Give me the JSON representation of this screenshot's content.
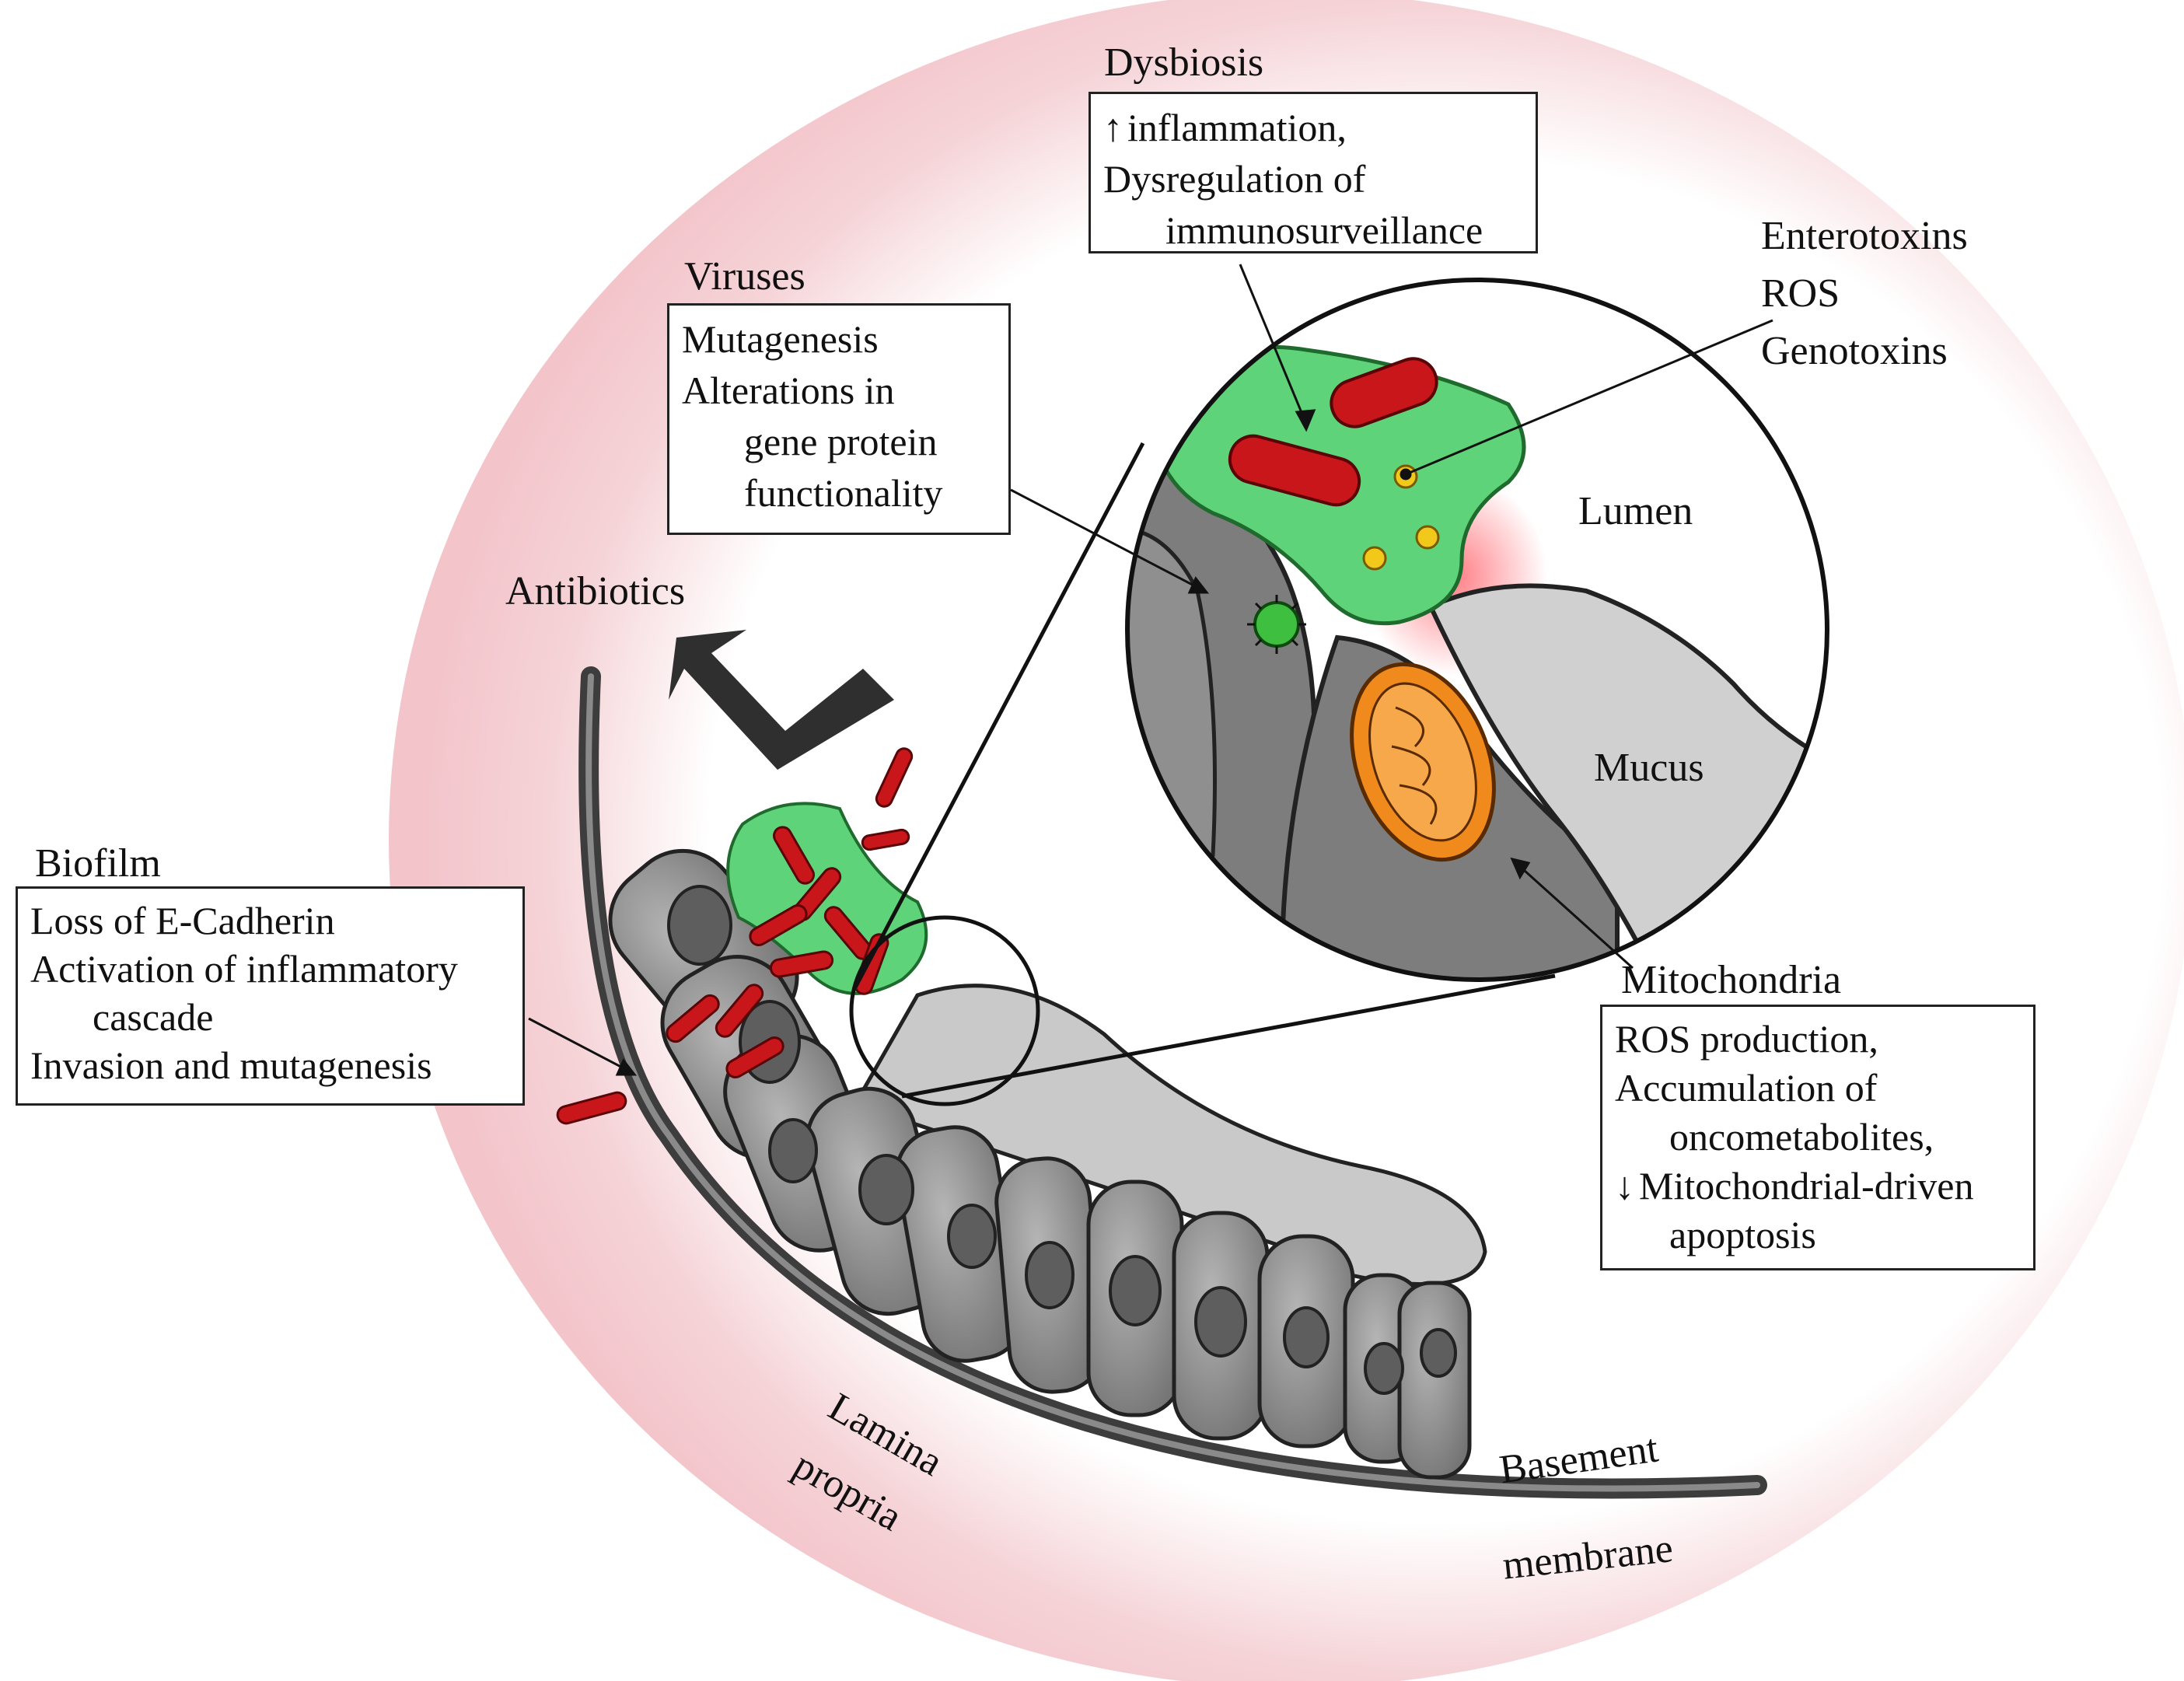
{
  "labels": {
    "dysbiosis": "Dysbiosis",
    "viruses": "Viruses",
    "antibiotics": "Antibiotics",
    "biofilm": "Biofilm",
    "mitochondria": "Mitochondria",
    "lumen": "Lumen",
    "mucus": "Mucus",
    "lamina_propria_1": "Lamina",
    "lamina_propria_2": "propria",
    "basement_1": "Basement",
    "basement_2": "membrane",
    "toxins": [
      "Enterotoxins",
      "ROS",
      "Genotoxins"
    ]
  },
  "boxes": {
    "dysbiosis": [
      "inflammation,",
      "Dysregulation of",
      "immunosurveillance"
    ],
    "viruses": [
      "Mutagenesis",
      "Alterations in",
      "gene protein",
      "functionality"
    ],
    "biofilm": [
      "Loss of E-Cadherin",
      "Activation of inflammatory",
      "cascade",
      "Invasion and mutagenesis"
    ],
    "mitochondria": [
      "ROS production,",
      "Accumulation of",
      "oncometabolites,",
      "Mitochondrial-driven",
      "apoptosis"
    ]
  },
  "colors": {
    "background_glow": "#f2c6cc",
    "cell_gray": "#8a8a8a",
    "membrane": "#4a4a4a",
    "biofilm_green": "#5fd37a",
    "bacteria_red": "#c8161b",
    "mitochondria_orange": "#f08a1c",
    "spore_yellow": "#f2c81a"
  }
}
